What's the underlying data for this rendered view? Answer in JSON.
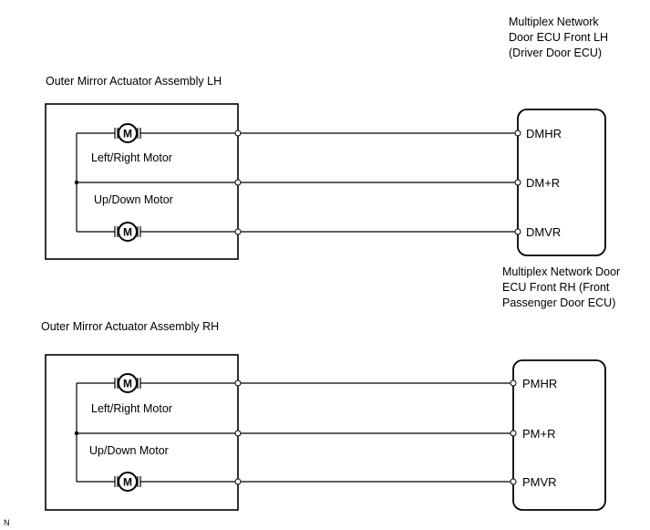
{
  "lh": {
    "assembly_label": "Outer Mirror Actuator Assembly LH",
    "motor_top_label": "Left/Right Motor",
    "motor_bottom_label": "Up/Down Motor",
    "motor_symbol": "M",
    "ecu_label_lines": [
      "Multiplex Network",
      "Door ECU Front LH",
      "(Driver Door ECU)"
    ],
    "pins": [
      "DMHR",
      "DM+R",
      "DMVR"
    ]
  },
  "rh": {
    "assembly_label": "Outer Mirror Actuator Assembly RH",
    "motor_top_label": "Left/Right Motor",
    "motor_bottom_label": "Up/Down Motor",
    "motor_symbol": "M",
    "ecu_label_lines": [
      "Multiplex Network Door",
      "ECU Front RH (Front",
      "Passenger Door ECU)"
    ],
    "pins": [
      "PMHR",
      "PM+R",
      "PMVR"
    ]
  },
  "corner_mark": "N"
}
